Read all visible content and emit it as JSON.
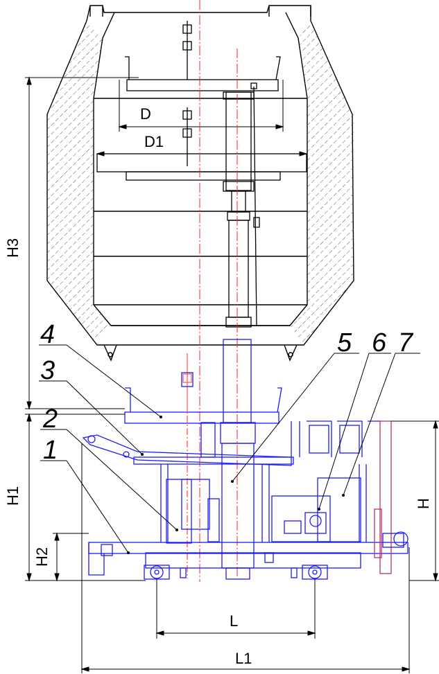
{
  "dimensions": {
    "d": "D",
    "d1": "D1",
    "h3": "H3",
    "h1": "H1",
    "h2": "H2",
    "h": "H",
    "l": "L",
    "l1": "L1"
  },
  "callouts": [
    "1",
    "2",
    "3",
    "4",
    "5",
    "6",
    "7"
  ],
  "colors": {
    "ink": "#000000",
    "equipment": "#1a1aff",
    "centerline": "#ff2020",
    "hatch": "#555555"
  }
}
